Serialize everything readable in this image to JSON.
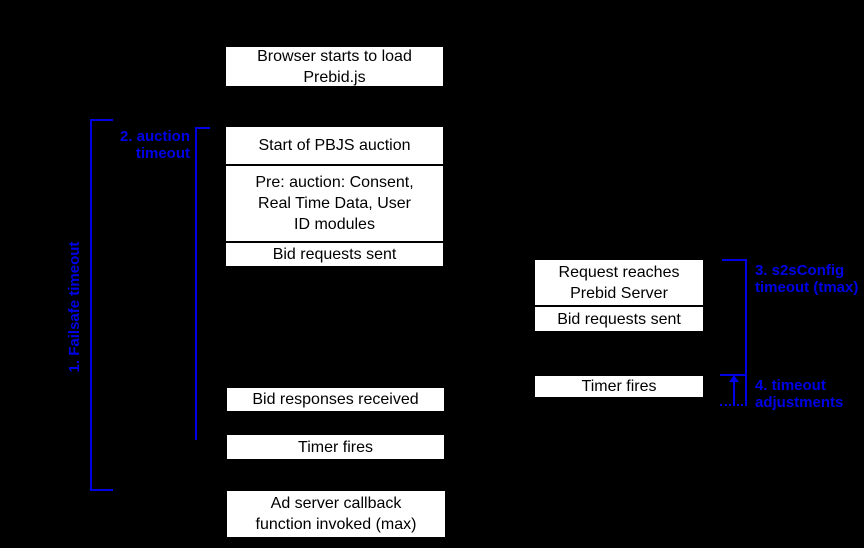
{
  "diagram": {
    "title": "Prebid.js timeout timeline diagram",
    "colors": {
      "background": "#000000",
      "box_background": "#ffffff",
      "box_border": "#000000",
      "box_text": "#000000",
      "annotation_blue": "#0000e6"
    },
    "boxes": {
      "browser_load": "Browser starts to load\nPrebid.js",
      "start_auction": "Start of PBJS auction",
      "pre_auction": "Pre: auction: Consent,\nReal Time Data, User\nID modules",
      "bid_requests_sent_client": "Bid requests sent",
      "bid_responses_received": "Bid responses received",
      "timer_fires_client": "Timer fires",
      "ad_server_callback": "Ad server callback\nfunction invoked (max)",
      "request_reaches_server": "Request reaches\nPrebid Server",
      "bid_requests_sent_server": "Bid requests sent",
      "timer_fires_server": "Timer fires"
    },
    "annotations": {
      "failsafe_timeout": "1. Failsafe timeout",
      "auction_timeout": "2. auction\ntimeout",
      "s2s_timeout": "3. s2sConfig\ntimeout (tmax)",
      "timeout_adjustments": "4. timeout\nadjustments"
    }
  }
}
